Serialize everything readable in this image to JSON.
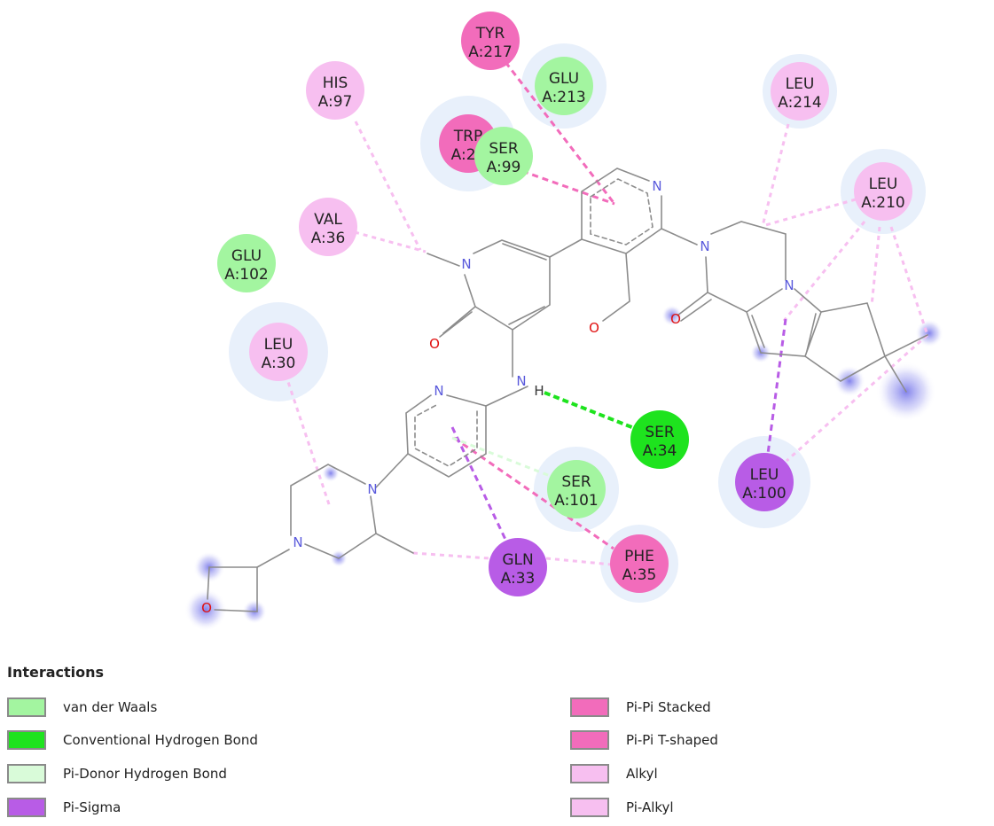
{
  "colors": {
    "vdw": "#a3f5a0",
    "hbond": "#1ee31e",
    "pi_donor": "#d9fbd9",
    "pi_sigma": "#b85ce6",
    "pi_pi": "#f26cbb",
    "alkyl": "#f7bff0",
    "bond": "#8c8c8c",
    "nitrogen": "#5a5adc",
    "oxygen": "#e01010"
  },
  "residues": [
    {
      "name": "TYR",
      "id": "A:217",
      "type": "pi_pi"
    },
    {
      "name": "GLU",
      "id": "A:213",
      "type": "vdw"
    },
    {
      "name": "HIS",
      "id": "A:97",
      "type": "alkyl"
    },
    {
      "name": "TRP",
      "id": "A:29",
      "type": "pi_pi"
    },
    {
      "name": "SER",
      "id": "A:99",
      "type": "vdw"
    },
    {
      "name": "LEU",
      "id": "A:214",
      "type": "alkyl"
    },
    {
      "name": "LEU",
      "id": "A:210",
      "type": "alkyl"
    },
    {
      "name": "VAL",
      "id": "A:36",
      "type": "alkyl"
    },
    {
      "name": "GLU",
      "id": "A:102",
      "type": "vdw"
    },
    {
      "name": "LEU",
      "id": "A:30",
      "type": "alkyl"
    },
    {
      "name": "SER",
      "id": "A:34",
      "type": "hbond"
    },
    {
      "name": "SER",
      "id": "A:101",
      "type": "vdw"
    },
    {
      "name": "LEU",
      "id": "A:100",
      "type": "pi_sigma"
    },
    {
      "name": "GLN",
      "id": "A:33",
      "type": "pi_sigma"
    },
    {
      "name": "PHE",
      "id": "A:35",
      "type": "pi_pi"
    }
  ],
  "atoms": {
    "n": "N",
    "o": "O",
    "h": "H"
  },
  "legend": {
    "title": "Interactions",
    "items": [
      {
        "label": "van der Waals",
        "color": "#a3f5a0"
      },
      {
        "label": "Conventional Hydrogen Bond",
        "color": "#1ee31e"
      },
      {
        "label": "Pi-Donor Hydrogen Bond",
        "color": "#d9fbd9"
      },
      {
        "label": "Pi-Sigma",
        "color": "#b85ce6"
      },
      {
        "label": "Pi-Pi Stacked",
        "color": "#f26cbb"
      },
      {
        "label": "Pi-Pi T-shaped",
        "color": "#f26cbb"
      },
      {
        "label": "Alkyl",
        "color": "#f7bff0"
      },
      {
        "label": "Pi-Alkyl",
        "color": "#f7bff0"
      }
    ]
  }
}
